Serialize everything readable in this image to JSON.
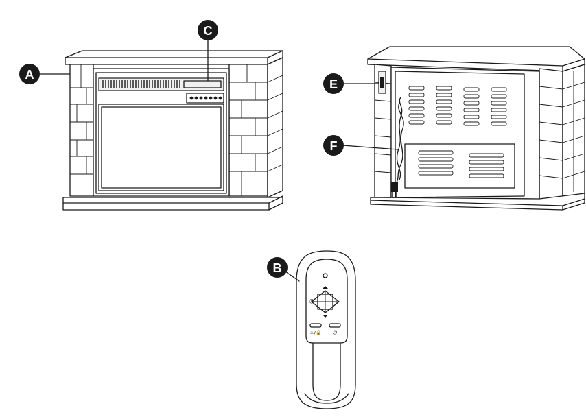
{
  "callouts": {
    "a": "A",
    "b": "B",
    "c": "C",
    "e": "E",
    "f": "F"
  },
  "remote": {
    "timer_symbol": "⏲",
    "flame_symbol": "✧",
    "power_symbol": "⏻",
    "heat_lock_symbol": "♨/🔒"
  },
  "colors": {
    "callout_fill": "#1a1a1a",
    "line": "#1a1a1a"
  }
}
